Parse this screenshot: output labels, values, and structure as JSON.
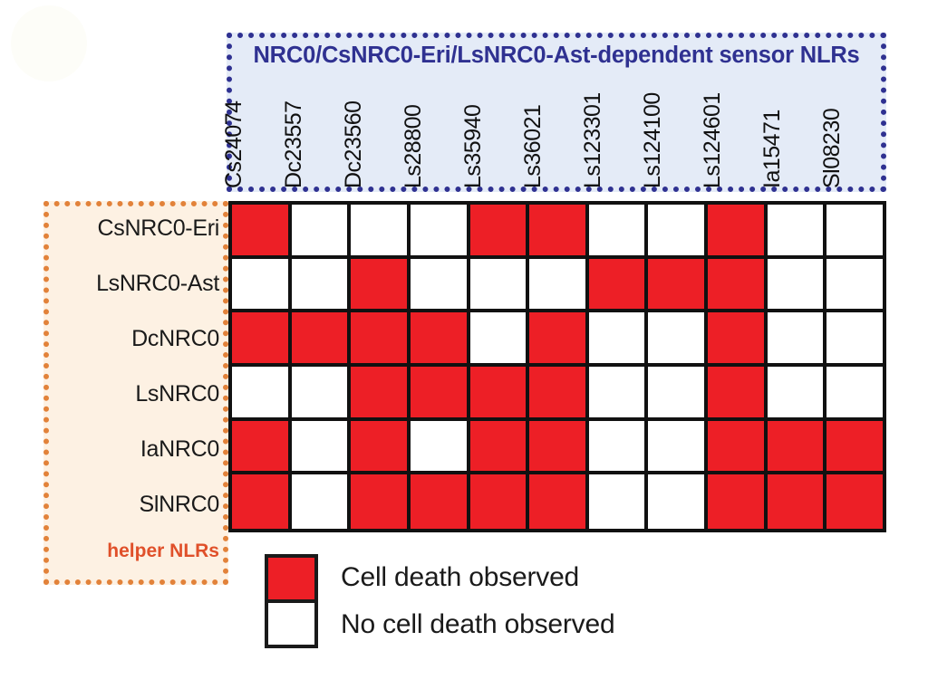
{
  "figure": {
    "sensor_group": {
      "title": "NRC0/CsNRC0-Eri/LsNRC0-Ast-dependent sensor NLRs",
      "border_color": "#2f3191",
      "fill_color": "#e4ebf7"
    },
    "helper_group": {
      "caption": "helper NLRs",
      "border_color": "#e2823a",
      "fill_color": "#fdf1e3",
      "caption_color": "#e0502a"
    },
    "colors": {
      "death": "#ed1f26",
      "no_death": "#ffffff",
      "grid_line": "#111111"
    }
  },
  "chart_data": {
    "type": "heatmap",
    "title": "NRC0/CsNRC0-Eri/LsNRC0-Ast-dependent sensor NLRs",
    "xlabel": "",
    "ylabel": "helper NLRs",
    "legend_position": "bottom",
    "grid": true,
    "value_labels": {
      "1": "Cell death observed",
      "0": "No cell death observed"
    },
    "categories": [
      "Cs24074",
      "Dc23557",
      "Dc23560",
      "Ls28800",
      "Ls35940",
      "Ls36021",
      "Ls123301",
      "Ls124100",
      "Ls124601",
      "Ia15471",
      "Sl08230"
    ],
    "rows": [
      "CsNRC0-Eri",
      "LsNRC0-Ast",
      "DcNRC0",
      "LsNRC0",
      "IaNRC0",
      "SlNRC0"
    ],
    "values": [
      [
        1,
        0,
        0,
        0,
        1,
        1,
        0,
        0,
        1,
        0,
        0
      ],
      [
        0,
        0,
        1,
        0,
        0,
        0,
        1,
        1,
        1,
        0,
        0
      ],
      [
        1,
        1,
        1,
        1,
        0,
        1,
        0,
        0,
        1,
        0,
        0
      ],
      [
        0,
        0,
        1,
        1,
        1,
        1,
        0,
        0,
        1,
        0,
        0
      ],
      [
        1,
        0,
        1,
        0,
        1,
        1,
        0,
        0,
        1,
        1,
        1
      ],
      [
        1,
        0,
        1,
        1,
        1,
        1,
        0,
        0,
        1,
        1,
        1
      ]
    ]
  },
  "legend": {
    "items": [
      {
        "label": "Cell death observed",
        "value": 1
      },
      {
        "label": "No cell death observed",
        "value": 0
      }
    ]
  }
}
